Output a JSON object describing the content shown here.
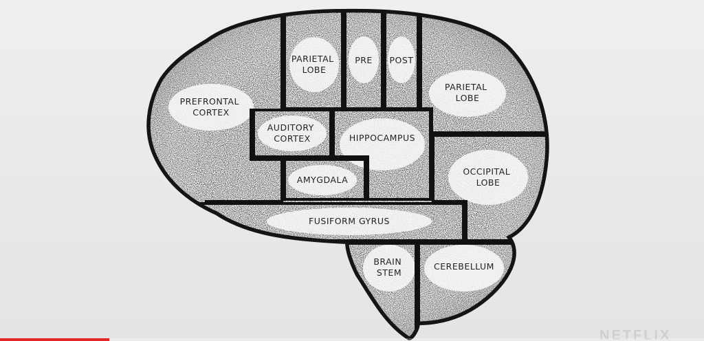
{
  "diagram": {
    "regions": [
      {
        "id": "prefrontal",
        "lines": [
          "PREFRONTAL",
          "CORTEX"
        ]
      },
      {
        "id": "parietal-top",
        "lines": [
          "PARIETAL",
          "LOBE"
        ]
      },
      {
        "id": "pre",
        "lines": [
          "PRE"
        ]
      },
      {
        "id": "post",
        "lines": [
          "POST"
        ]
      },
      {
        "id": "parietal-right",
        "lines": [
          "PARIETAL",
          "LOBE"
        ]
      },
      {
        "id": "auditory",
        "lines": [
          "AUDITORY",
          "CORTEX"
        ]
      },
      {
        "id": "hippocampus",
        "lines": [
          "HIPPOCAMPUS"
        ]
      },
      {
        "id": "amygdala",
        "lines": [
          "AMYGDALA"
        ]
      },
      {
        "id": "occipital",
        "lines": [
          "OCCIPITAL",
          "LOBE"
        ]
      },
      {
        "id": "fusiform",
        "lines": [
          "FUSIFORM GYRUS"
        ]
      },
      {
        "id": "brainstem",
        "lines": [
          "BRAIN",
          "STEM"
        ]
      },
      {
        "id": "cerebellum",
        "lines": [
          "CEREBELLUM"
        ]
      }
    ]
  },
  "watermark": "NETFLIX",
  "video": {
    "progress": 0.155,
    "progress_color": "#e02626"
  }
}
